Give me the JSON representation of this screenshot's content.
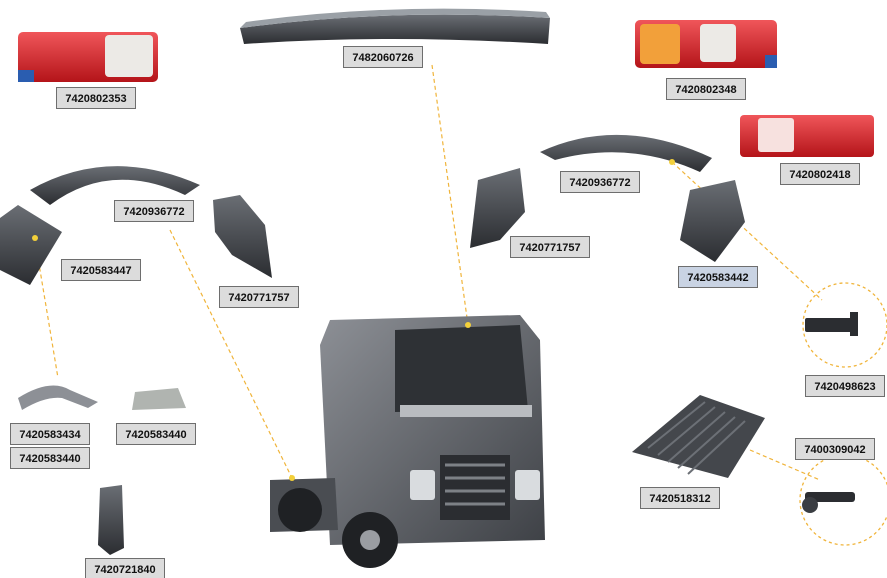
{
  "labels": {
    "spoiler": "7482060726",
    "rear_lamp_left": "7420802353",
    "rear_lamp_right_top": "7420802348",
    "rear_lamp_right_lens": "7420802418",
    "fender_left": "7420936772",
    "fender_right": "7420936772",
    "mudflap_left_front": "7420583447",
    "mudflap_left_rear": "7420771757",
    "mudflap_right_front": "7420771757",
    "mudflap_right_rear": "7420583442",
    "bracket_a": "7420583434",
    "bracket_b": "7420583440",
    "bracket_c": "7420583440",
    "bracket_d": "7420721840",
    "clip_top": "7420498623",
    "step": "7420518312",
    "clip_bottom": "7400309042"
  },
  "colors": {
    "lamp_red": "#d9262c",
    "lamp_amber": "#f2a03a",
    "part_dark": "#3a3d42",
    "truck_body": "#5a5d62",
    "leader_line": "#f0b43a",
    "label_bg": "#dcdcdc"
  }
}
